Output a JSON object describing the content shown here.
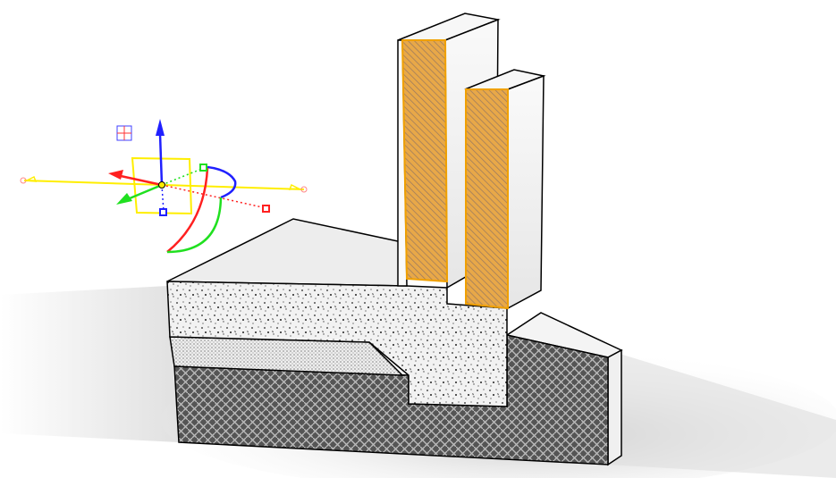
{
  "viewport": {
    "background": "#ffffff"
  },
  "gizmo": {
    "icons": [
      "move-arrow-x",
      "move-arrow-y",
      "move-arrow-z",
      "rotate-arc",
      "scale-handle",
      "plane-handle",
      "gizmo-center"
    ],
    "colors": {
      "x": "#ff2020",
      "y": "#20e020",
      "z": "#2020ff",
      "plane": "#ffee00"
    }
  },
  "model": {
    "layers": [
      "insulation",
      "concrete",
      "sand",
      "soil"
    ],
    "colors": {
      "insulation": "#e8a040",
      "outline": "#000000",
      "selection": "#f0a000"
    }
  }
}
